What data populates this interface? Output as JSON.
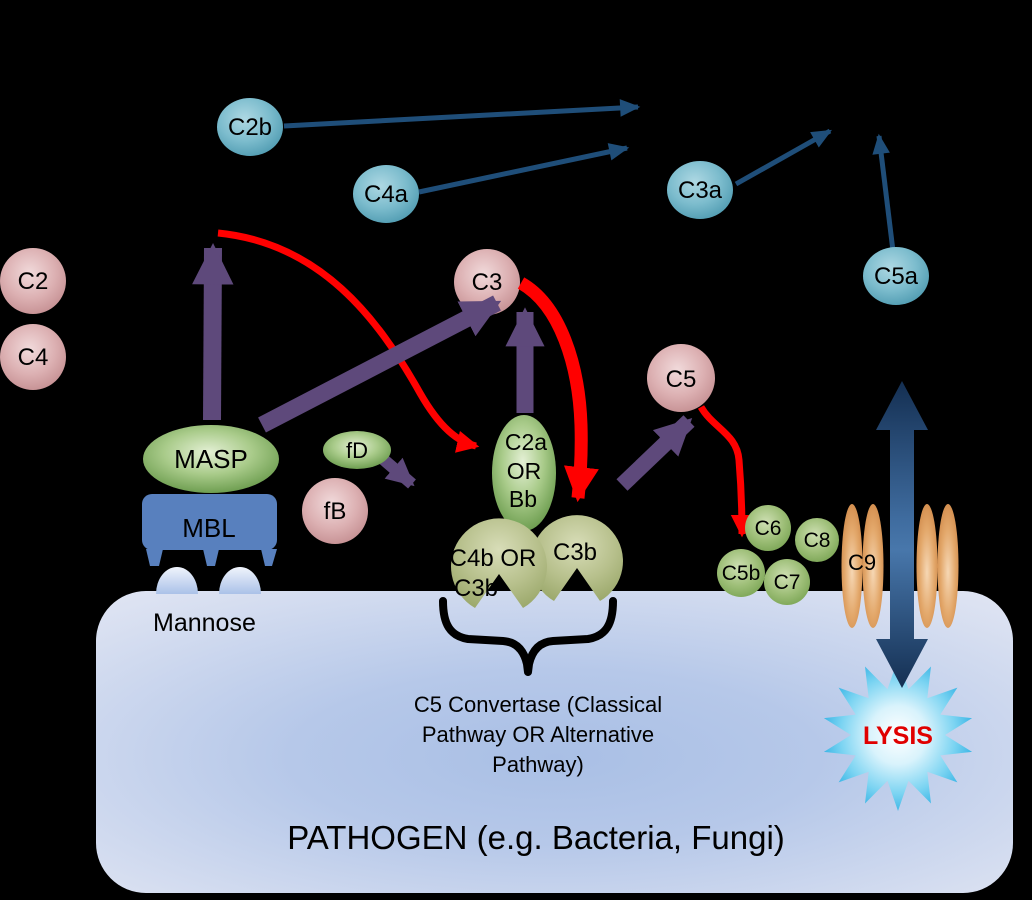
{
  "nodes": {
    "c2b": "C2b",
    "c4a": "C4a",
    "c3a": "C3a",
    "c5a": "C5a",
    "c2": "C2",
    "c4": "C4",
    "c3": "C3",
    "c5": "C5",
    "fd": "fD",
    "fb": "fB",
    "masp": "MASP",
    "mbl": "MBL",
    "mannose": "Mannose",
    "c2a_l1": "C2a",
    "c2a_l2": "OR",
    "c2a_l3": "Bb",
    "c4b_l1": "C4b OR",
    "c4b_l2": "C3b",
    "c3b": "C3b",
    "c5b": "C5b",
    "c6": "C6",
    "c7": "C7",
    "c8": "C8",
    "c9": "C9",
    "lysis": "LYSIS"
  },
  "labels": {
    "convertase_l1": "C5 Convertase (Classical",
    "convertase_l2": "Pathway OR Alternative",
    "convertase_l3": "Pathway)",
    "pathogen": "PATHOGEN (e.g. Bacteria, Fungi)"
  },
  "colors": {
    "background": "#000000",
    "navy_arrow": "#1f4e79",
    "purple_arrow": "#5e497b",
    "red_arrow": "#ff0000",
    "teal_node": "#4e9ab0",
    "pink_node": "#c18a8d",
    "green_node": "#5d9140",
    "olive_node": "#96a465",
    "small_green_node": "#74a04e",
    "mbl_blue": "#5880be",
    "membrane_orange": "#c97e3d",
    "pathogen_fill": "#b6c8e9",
    "lysis_star": "#29ade2",
    "lysis_text": "#e00000"
  }
}
